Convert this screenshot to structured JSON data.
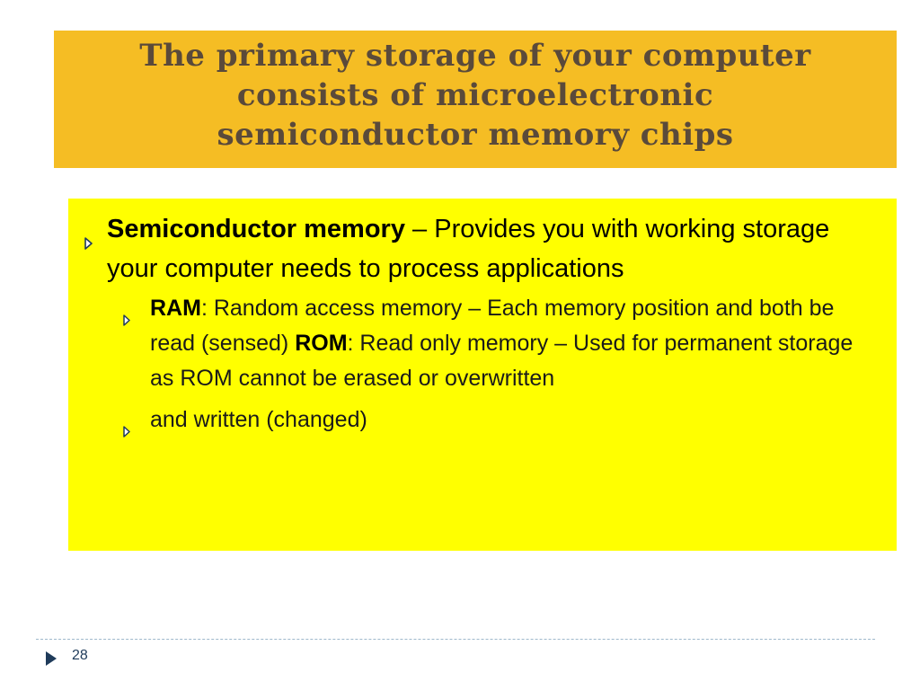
{
  "slide": {
    "title_lines": [
      "The primary storage of your computer",
      "consists of microelectronic",
      "semiconductor memory chips"
    ],
    "bullet1": {
      "term": "Semiconductor memory",
      "text": " – Provides you with working storage your computer needs to process applications",
      "icon": "triangle-bullet-icon"
    },
    "sub_bullets": [
      {
        "term_ram": "RAM",
        "text_ram": ": Random access memory – Each memory position and both be read (sensed) ",
        "term_rom": "ROM",
        "text_rom": ": Read only memory – Used for permanent storage as ROM cannot be erased or overwritten"
      },
      {
        "text": "and written (changed)"
      }
    ]
  },
  "footer": {
    "page_number": "28",
    "icon": "triangle-nav-icon"
  },
  "colors": {
    "title_bg": "#f5bd24",
    "title_text": "#5a4a3a",
    "content_bg": "#ffff00",
    "bullet_marker": "#1f3b5a"
  }
}
